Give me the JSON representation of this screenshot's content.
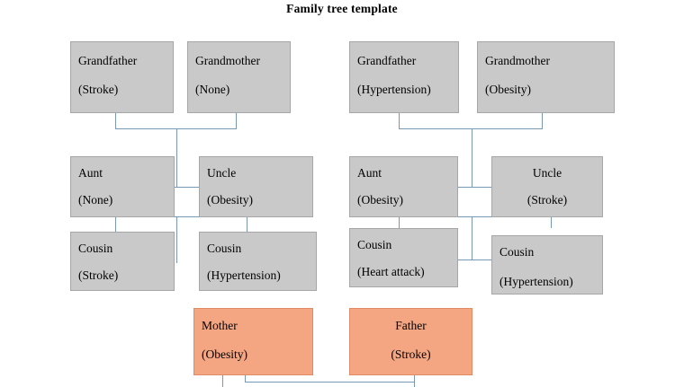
{
  "title": "Family tree template",
  "colors": {
    "node_fill": "#c9c9c9",
    "node_border": "#a6a6a6",
    "parent_fill": "#f4a582",
    "parent_border": "#e08b66",
    "connector": "#7899b4",
    "background": "#ffffff",
    "text": "#000000"
  },
  "nodes": {
    "gf_left": {
      "role": "Grandfather",
      "condition": "(Stroke)"
    },
    "gm_left": {
      "role": "Grandmother",
      "condition": "(None)"
    },
    "gf_right": {
      "role": "Grandfather",
      "condition": "(Hypertension)"
    },
    "gm_right": {
      "role": "Grandmother",
      "condition": "(Obesity)"
    },
    "aunt_left": {
      "role": "Aunt",
      "condition": "(None)"
    },
    "uncle_left": {
      "role": "Uncle",
      "condition": "(Obesity)"
    },
    "aunt_right": {
      "role": "Aunt",
      "condition": "(Obesity)"
    },
    "uncle_right": {
      "role": "Uncle",
      "condition": "(Stroke)"
    },
    "cousin_l1": {
      "role": "Cousin",
      "condition": "(Stroke)"
    },
    "cousin_l2": {
      "role": "Cousin",
      "condition": "(Hypertension)"
    },
    "cousin_r1": {
      "role": "Cousin",
      "condition": "(Heart attack)"
    },
    "cousin_r2": {
      "role": "Cousin",
      "condition": "(Hypertension)"
    },
    "mother": {
      "role": "Mother",
      "condition": "(Obesity)"
    },
    "father": {
      "role": "Father",
      "condition": "(Stroke)"
    }
  }
}
